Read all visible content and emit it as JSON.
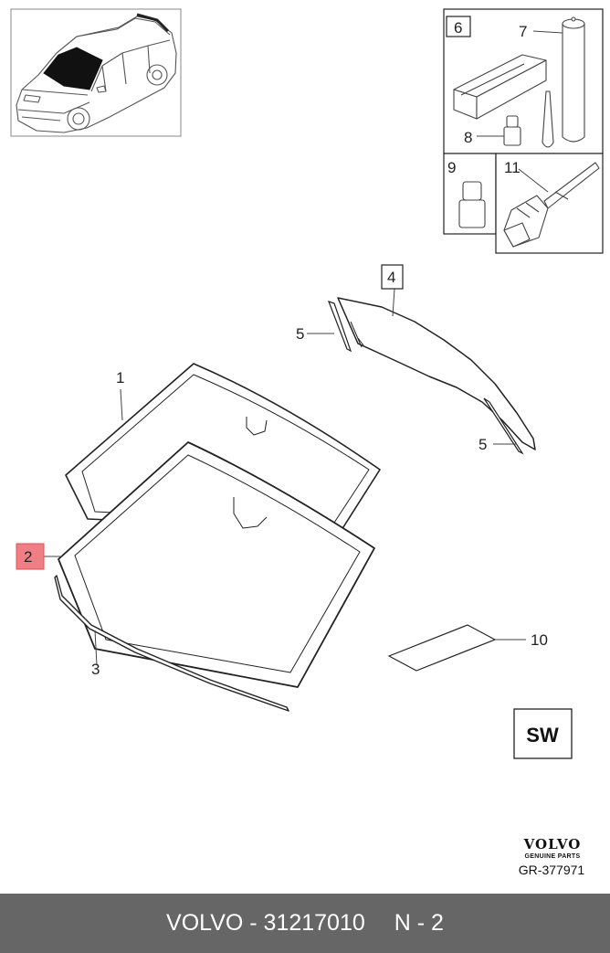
{
  "callouts": {
    "c1": "1",
    "c2": "2",
    "c3": "3",
    "c4": "4",
    "c5a": "5",
    "c5b": "5",
    "c6": "6",
    "c7": "7",
    "c8": "8",
    "c9": "9",
    "c10": "10",
    "c11": "11"
  },
  "highlight_color": "#f07f85",
  "sw_label": "SW",
  "brand": {
    "name": "VOLVO",
    "sub": "GENUINE PARTS",
    "ref": "GR-377971"
  },
  "footer": {
    "part": "VOLVO - 31217010",
    "n": "N - 2"
  }
}
